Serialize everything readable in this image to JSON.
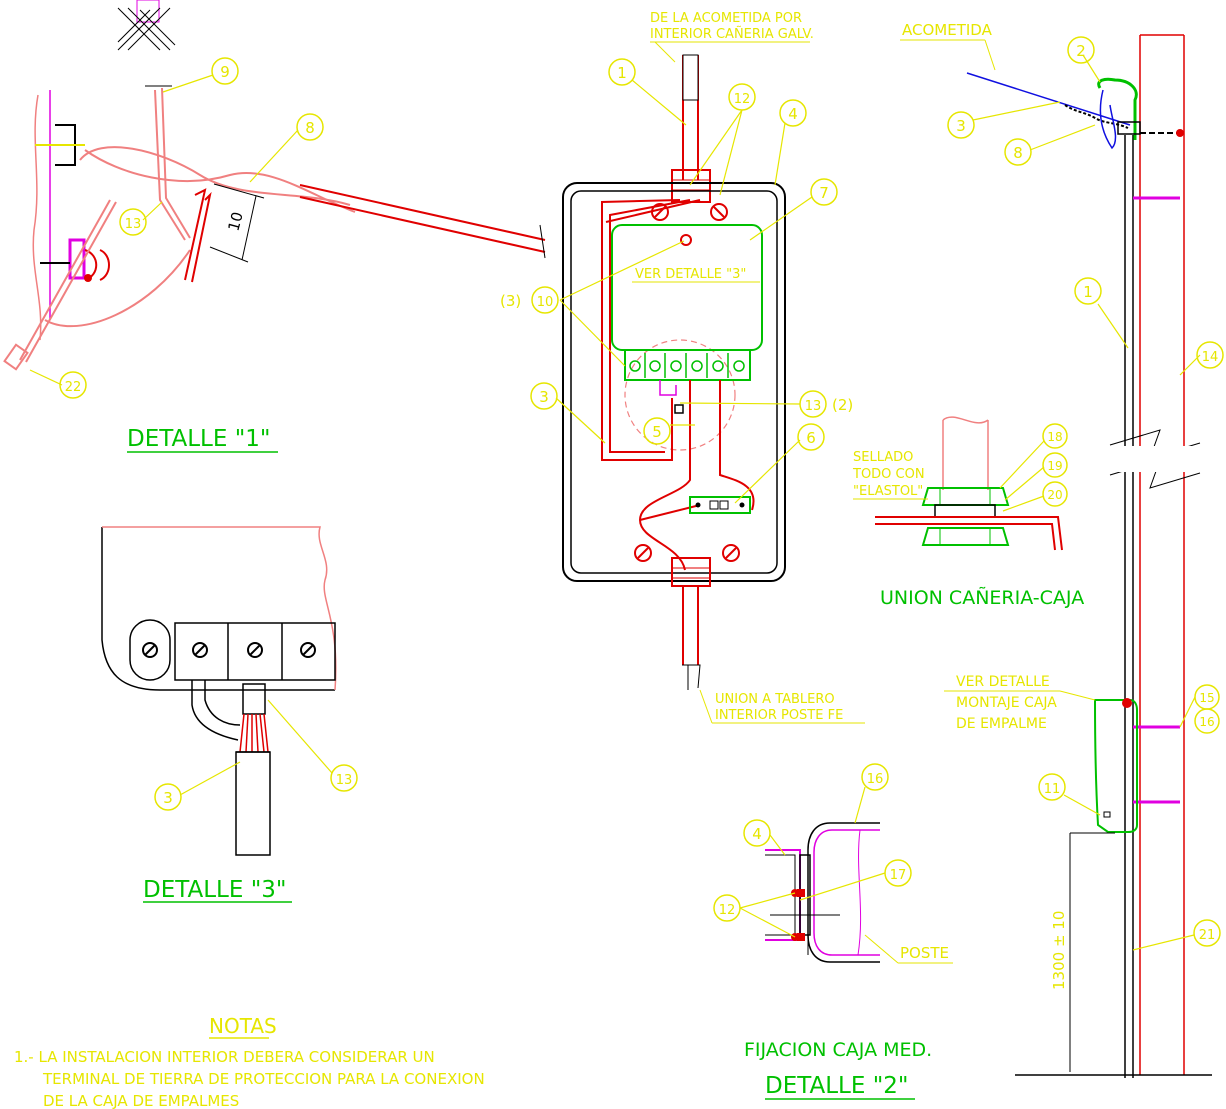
{
  "colors": {
    "yellow": "#e6e600",
    "green": "#00c000",
    "red": "#e00000",
    "pink": "#f08080",
    "magenta": "#e000e0",
    "blue": "#1010e0",
    "black": "#000000"
  },
  "titles": {
    "detalle1": "DETALLE \"1\"",
    "detalle2": "DETALLE \"2\"",
    "detalle3": "DETALLE \"3\"",
    "union": "UNION CAÑERIA-CAJA",
    "fijacion": "FIJACION CAJA MED.",
    "notas": "NOTAS"
  },
  "labels": {
    "acometida_top_1": "DE LA ACOMETIDA POR",
    "acometida_top_2": "INTERIOR CAÑERIA GALV.",
    "acometida": "ACOMETIDA",
    "ver_detalle_3": "VER DETALLE \"3\"",
    "union_tablero_1": "UNION A TABLERO",
    "union_tablero_2": "INTERIOR POSTE FE",
    "sellado_1": "SELLADO",
    "sellado_2": "TODO CON",
    "sellado_3": "\"ELASTOL\"",
    "ver_montaje_1": "VER DETALLE",
    "ver_montaje_2": "MONTAJE CAJA",
    "ver_montaje_3": "DE EMPALME",
    "poste": "POSTE",
    "dim_10": "10",
    "dim_1300": "1300 ± 10",
    "prefix_3": "(3)",
    "suffix_2": "(2)"
  },
  "notes": [
    "1.- LA INSTALACION INTERIOR DEBERA CONSIDERAR UN",
    "TERMINAL DE TIERRA DE PROTECCION PARA LA CONEXION",
    "DE LA CAJA DE EMPALMES"
  ],
  "callouts": {
    "c1": "1",
    "c2": "2",
    "c3": "3",
    "c4": "4",
    "c5": "5",
    "c6": "6",
    "c7": "7",
    "c8": "8",
    "c9": "9",
    "c10": "10",
    "c11": "11",
    "c12": "12",
    "c13": "13",
    "c14": "14",
    "c15": "15",
    "c16": "16",
    "c17": "17",
    "c18": "18",
    "c19": "19",
    "c20": "20",
    "c21": "21",
    "c22": "22"
  }
}
